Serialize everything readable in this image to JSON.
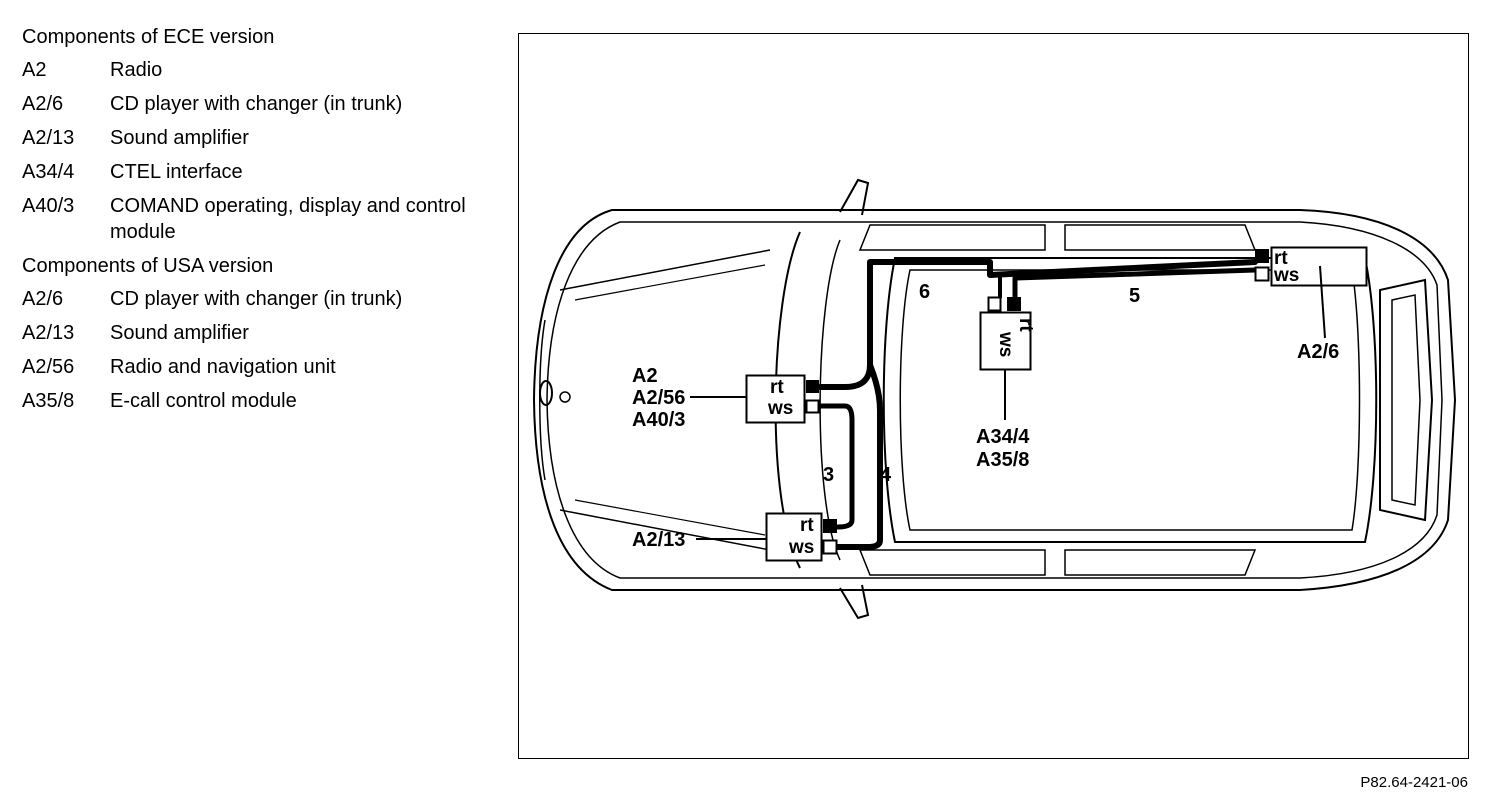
{
  "legend": {
    "ece": {
      "title": "Components of ECE version",
      "items": [
        {
          "code": "A2",
          "desc": "Radio"
        },
        {
          "code": "A2/6",
          "desc": "CD player with changer (in trunk)"
        },
        {
          "code": "A2/13",
          "desc": "Sound amplifier"
        },
        {
          "code": "A34/4",
          "desc": "CTEL interface"
        },
        {
          "code": "A40/3",
          "desc": "COMAND operating, display and control module"
        }
      ]
    },
    "usa": {
      "title": "Components of USA version",
      "items": [
        {
          "code": "A2/6",
          "desc": "CD player with changer (in trunk)"
        },
        {
          "code": "A2/13",
          "desc": "Sound amplifier"
        },
        {
          "code": "A2/56",
          "desc": "Radio and navigation unit"
        },
        {
          "code": "A35/8",
          "desc": "E-call control module"
        }
      ]
    }
  },
  "diagram": {
    "labels": {
      "radio_group": [
        "A2",
        "A2/56",
        "A40/3"
      ],
      "amplifier": "A2/13",
      "cd_changer": "A2/6",
      "interface_group": [
        "A34/4",
        "A35/8"
      ]
    },
    "connectors": {
      "red": "rt",
      "white": "ws"
    },
    "cables": {
      "c3": "3",
      "c4": "4",
      "c5": "5",
      "c6": "6"
    }
  },
  "figure_number": "P82.64-2421-06"
}
